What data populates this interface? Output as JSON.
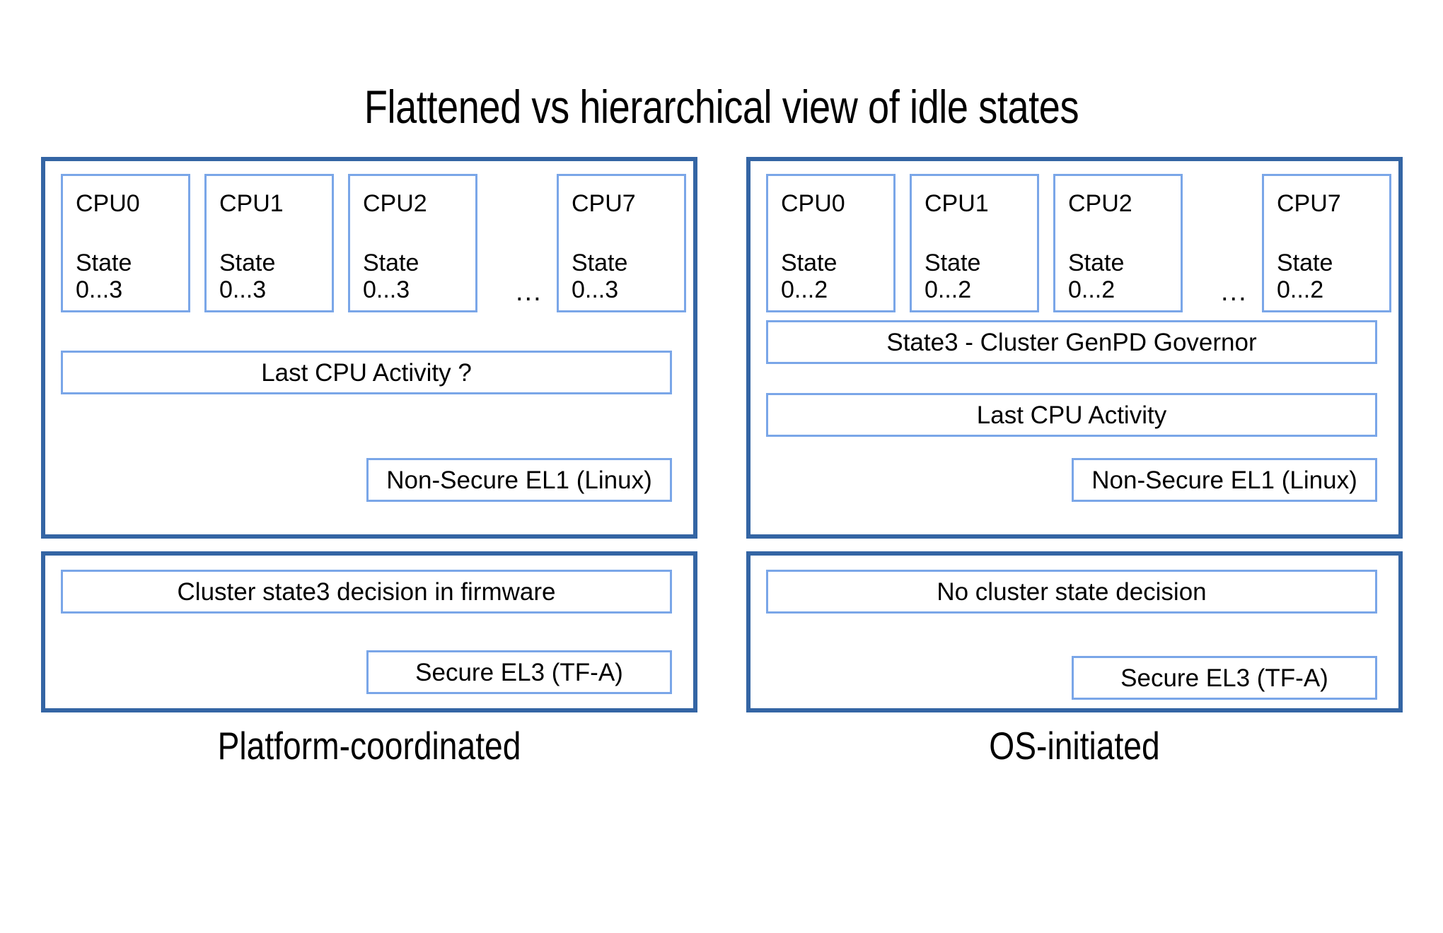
{
  "title": "Flattened vs hierarchical view of idle states",
  "columns": [
    {
      "id": "platform",
      "caption": "Platform-coordinated",
      "os_layer": {
        "cpus": [
          {
            "name": "CPU0",
            "state": "State\n0...3"
          },
          {
            "name": "CPU1",
            "state": "State\n0...3"
          },
          {
            "name": "CPU2",
            "state": "State\n0...3"
          },
          {
            "name": "CPU7",
            "state": "State\n0...3"
          }
        ],
        "ellipsis": "...",
        "bars": [
          {
            "label": "Last CPU Activity ?"
          }
        ],
        "exception_level": "Non-Secure EL1 (Linux)"
      },
      "firmware_layer": {
        "bars": [
          {
            "label": "Cluster state3 decision in firmware"
          }
        ],
        "exception_level": "Secure EL3 (TF-A)"
      }
    },
    {
      "id": "os-initiated",
      "caption": "OS-initiated",
      "os_layer": {
        "cpus": [
          {
            "name": "CPU0",
            "state": "State\n0...2"
          },
          {
            "name": "CPU1",
            "state": "State\n0...2"
          },
          {
            "name": "CPU2",
            "state": "State\n0...2"
          },
          {
            "name": "CPU7",
            "state": "State\n0...2"
          }
        ],
        "ellipsis": "...",
        "bars": [
          {
            "label": "State3 - Cluster GenPD Governor"
          },
          {
            "label": "Last CPU Activity"
          }
        ],
        "exception_level": "Non-Secure EL1 (Linux)"
      },
      "firmware_layer": {
        "bars": [
          {
            "label": "No cluster state decision"
          }
        ],
        "exception_level": "Secure EL3 (TF-A)"
      }
    }
  ],
  "colors": {
    "panel_border": "#3465a4",
    "box_border": "#7aa6e8",
    "background": "#ffffff",
    "text": "#000000"
  }
}
